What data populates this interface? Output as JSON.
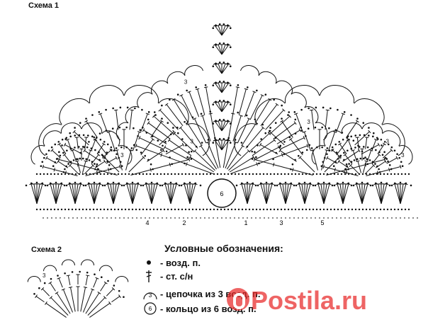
{
  "schema1_title": "Схема 1",
  "schema2_title": "Схема 2",
  "ring_label": "6",
  "row_numbers_left": [
    "4",
    "2"
  ],
  "row_numbers_right": [
    "1",
    "3",
    "5"
  ],
  "fan_chain_label": "3",
  "schema2_chain_label": "3",
  "legend": {
    "title": "Условные обозначения:",
    "items": [
      {
        "icon": "dot-icon",
        "text": "- возд. п."
      },
      {
        "icon": "dc-stitch-icon",
        "text": "- ст. с/н"
      },
      {
        "icon": "chain-arc-icon",
        "icon_label": "3",
        "text": "- цепочка из 3 возд. п."
      },
      {
        "icon": "ring-icon",
        "icon_label": "6",
        "text": "- кольцо из 6 возд. п."
      }
    ]
  },
  "watermark": "Postila.ru",
  "colors": {
    "ink": "#111111",
    "watermark": "#e82828"
  }
}
